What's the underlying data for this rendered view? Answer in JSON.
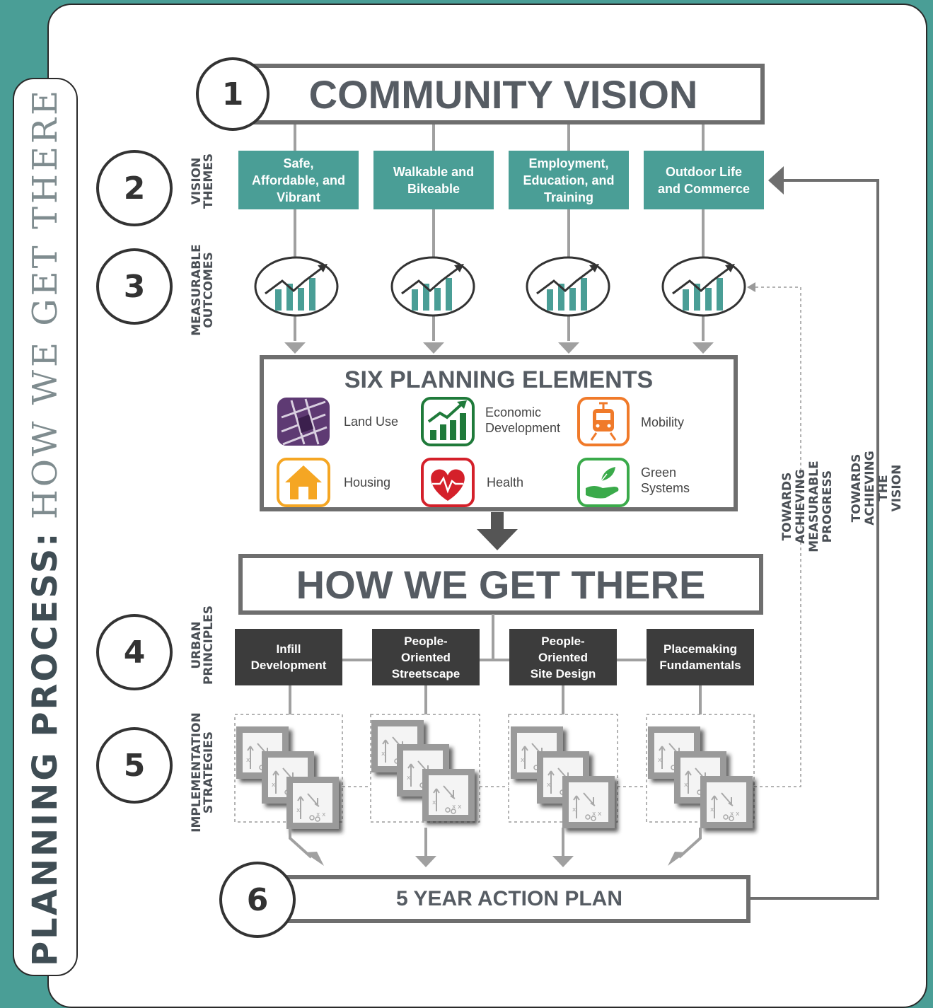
{
  "side_title": {
    "bold": "PLANNING PROCESS:",
    "light": "HOW WE GET THERE"
  },
  "steps": [
    "1",
    "2",
    "3",
    "4",
    "5",
    "6"
  ],
  "community_vision": "COMMUNITY VISION",
  "row_labels": {
    "vision_themes": "VISION\nTHEMES",
    "measurable_outcomes": "MEASURABLE\nOUTCOMES",
    "urban_principles": "URBAN\nPRINCIPLES",
    "implementation_strategies": "IMPLEMENTATION\nSTRATEGIES"
  },
  "vision_themes": [
    "Safe,\nAffordable, and\nVibrant",
    "Walkable and\nBikeable",
    "Employment,\nEducation, and\nTraining",
    "Outdoor Life\nand Commerce"
  ],
  "six_planning_elements": {
    "title": "SIX PLANNING ELEMENTS",
    "items": [
      {
        "label": "Land Use",
        "icon": "land-use-grid-icon",
        "color": "#5e3a73"
      },
      {
        "label": "Economic\nDevelopment",
        "icon": "growth-chart-icon",
        "color": "#1f7a3a"
      },
      {
        "label": "Mobility",
        "icon": "train-icon",
        "color": "#f07a2a"
      },
      {
        "label": "Housing",
        "icon": "house-icon",
        "color": "#f5a623"
      },
      {
        "label": "Health",
        "icon": "heart-pulse-icon",
        "color": "#d4202a"
      },
      {
        "label": "Green\nSystems",
        "icon": "leaf-hand-icon",
        "color": "#3aaa4a"
      }
    ]
  },
  "how_we_get_there": "HOW WE GET THERE",
  "urban_principles": [
    "Infill\nDevelopment",
    "People-\nOriented\nStreetscape",
    "People-\nOriented\nSite Design",
    "Placemaking\nFundamentals"
  ],
  "action_plan": "5 YEAR ACTION PLAN",
  "feedback_labels": {
    "measurable_progress": "TOWARDS ACHIEVING\nMEASURABLE PROGRESS",
    "vision": "TOWARDS ACHIEVING\nTHE VISION"
  },
  "colors": {
    "teal": "#4a9e96",
    "dark_box": "#3c3c3c",
    "outline_gray": "#6e6e6e"
  }
}
